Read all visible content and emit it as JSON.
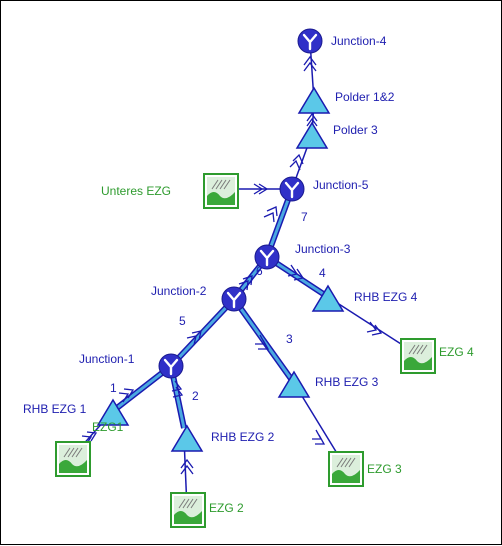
{
  "diagram": {
    "nodes": {
      "junction4": "Junction-4",
      "junction5": "Junction-5",
      "junction3": "Junction-3",
      "junction2": "Junction-2",
      "junction1": "Junction-1",
      "polder12": "Polder 1&2",
      "polder3": "Polder 3",
      "unteresEzg": "Unteres EZG",
      "rhbEzg1": "RHB EZG 1",
      "rhbEzg2": "RHB EZG 2",
      "rhbEzg3": "RHB EZG 3",
      "rhbEzg4": "RHB EZG 4",
      "ezg1": "EZG1",
      "ezg2": "EZG 2",
      "ezg3": "EZG 3",
      "ezg4": "EZG 4"
    },
    "reaches": {
      "r1": "1",
      "r2": "2",
      "r3": "3",
      "r4": "4",
      "r5": "5",
      "r6": "6",
      "r7": "7"
    }
  },
  "colors": {
    "junction": "#3030c8",
    "reservoir": "#5bc8e8",
    "link_thin": "#1a1ab0",
    "link_thick": "#4aa8e0",
    "subbasin_green": "#3aa83a",
    "label_blue": "#2020b0",
    "label_green": "#2e9b2e"
  },
  "icons": {
    "junction": "junction-icon",
    "reservoir": "reservoir-triangle-icon",
    "subbasin": "subbasin-landscape-icon"
  }
}
